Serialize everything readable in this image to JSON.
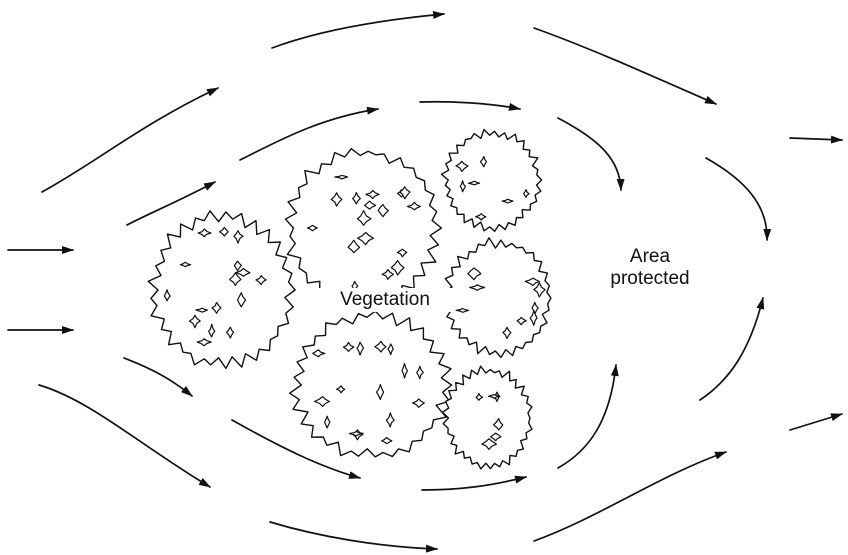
{
  "labels": {
    "vegetation": "Vegetation",
    "area_line1": "Area",
    "area_line2": "protected"
  },
  "colors": {
    "ink": "#111111",
    "background": "#ffffff"
  }
}
